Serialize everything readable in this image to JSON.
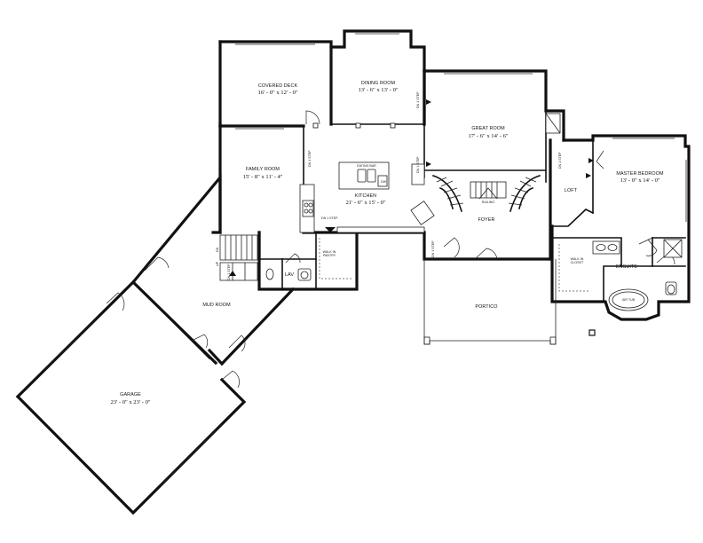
{
  "rooms": {
    "covered_deck": {
      "name": "COVERED DECK",
      "dims": "16' - 0\" x 12' - 0\""
    },
    "dining_room": {
      "name": "DINING ROOM",
      "dims": "13' - 6\" x 13' - 0\""
    },
    "great_room": {
      "name": "GREAT ROOM",
      "dims": "17' - 6\" x 14' - 6\""
    },
    "family_room": {
      "name": "FAMILY ROOM",
      "dims": "15' - 8\" x 11' - 4\""
    },
    "kitchen": {
      "name": "KITCHEN",
      "dims": "21' - 6\" x 15' - 0\""
    },
    "master_bedroom": {
      "name": "MASTER BEDROOM",
      "dims": "13' - 0\" x 14' - 0\""
    },
    "garage": {
      "name": "GARAGE",
      "dims": "23' - 0\" x 23' - 0\""
    },
    "foyer": {
      "name": "FOYER"
    },
    "loft": {
      "name": "LOFT"
    },
    "ensuite": {
      "name": "ENSUITE"
    },
    "mud_room": {
      "name": "MUD ROOM"
    },
    "portico": {
      "name": "PORTICO"
    },
    "lav": {
      "name": "LAV"
    }
  },
  "labels": {
    "eating_bar": "EATING BAR",
    "walk_in_pantry_1": "WALK IN",
    "walk_in_pantry_2": "PANTRY",
    "walk_in_closet_1": "WALK IN",
    "walk_in_closet_2": "CLOSET",
    "air_tub": "AIR TUB",
    "dw": "DW",
    "dn": "DN",
    "up": "UP",
    "railing": "RAILING",
    "dn_1_step": "DN 1 STEP",
    "dn_1_step_2": "DN 1 STEP",
    "dn_1_step_3": "DN 1 STEP",
    "dn_1_step_4": "DN 1 STEP",
    "dn_1_step_5": "DN 1 STEP",
    "dn_1_step_6": "DN 1 STEP",
    "dn_1_step_7": "DN 1 STEP"
  }
}
